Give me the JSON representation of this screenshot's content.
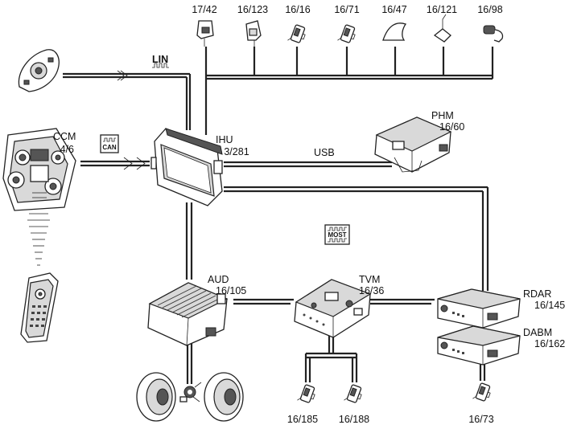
{
  "signals": {
    "lin": "LIN",
    "can": "CAN",
    "most": "MOST",
    "usb": "USB"
  },
  "top_nodes": [
    {
      "id": "17/42",
      "icon": "gear-selector-icon"
    },
    {
      "id": "16/123",
      "icon": "switch-module-icon"
    },
    {
      "id": "16/16",
      "icon": "connector-module-icon"
    },
    {
      "id": "16/71",
      "icon": "connector-module-icon"
    },
    {
      "id": "16/47",
      "icon": "shark-fin-antenna-icon"
    },
    {
      "id": "16/121",
      "icon": "antenna-amplifier-icon"
    },
    {
      "id": "16/98",
      "icon": "cable-plug-icon"
    }
  ],
  "modules": {
    "ccm": {
      "name": "CCM",
      "id": "4/6"
    },
    "ihu": {
      "name": "IHU",
      "id": "3/281"
    },
    "phm": {
      "name": "PHM",
      "id": "16/60"
    },
    "aud": {
      "name": "AUD",
      "id": "16/105"
    },
    "tvm": {
      "name": "TVM",
      "id": "16/36"
    },
    "rdar": {
      "name": "RDAR",
      "id": "16/145"
    },
    "dabm": {
      "name": "DABM",
      "id": "16/162"
    }
  },
  "bottom_nodes": {
    "tvm_left": "16/185",
    "tvm_right": "16/188",
    "dabm_antenna": "16/73"
  }
}
